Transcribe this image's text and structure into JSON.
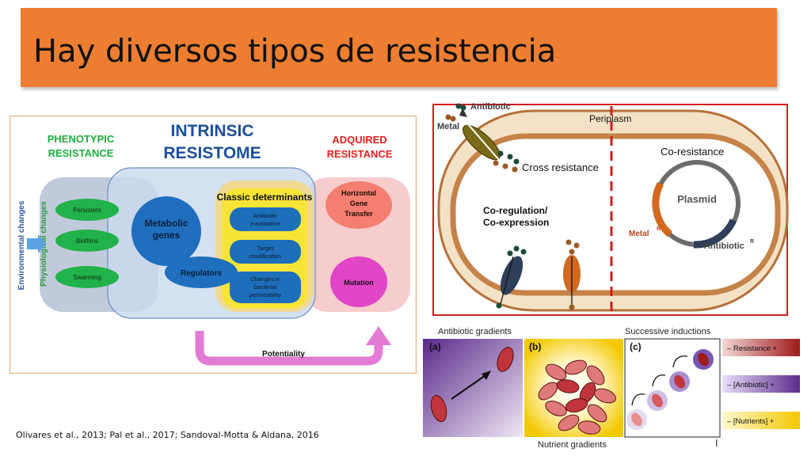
{
  "slide": {
    "title": "Hay diversos tipos de resistencia",
    "citation": "Olivares et al., 2013; Pal et al., 2017; Sandoval-Motta & Aldana, 2016",
    "page_mark": "I"
  },
  "resistome_figure": {
    "phenotypic_heading": [
      "PHENOTYPIC",
      "RESISTANCE"
    ],
    "intrinsic_heading": [
      "INTRINSIC",
      "RESISTOME"
    ],
    "adquired_heading": [
      "ADQUIRED",
      "RESISTANCE"
    ],
    "environmental_changes": "Environmental changes",
    "physiological_changes": "Physiological changes",
    "phenotypic_items": [
      "Persisters",
      "Biofilms",
      "Swarming"
    ],
    "metabolic_genes": [
      "Metabolic",
      "genes"
    ],
    "regulators": "Regulators",
    "classic_determinants": "Classic determinants",
    "classic_items": [
      [
        "Antibiotic",
        "inactivation"
      ],
      [
        "Target",
        "modification"
      ],
      [
        "Changes in",
        "bacterial",
        "permeability"
      ]
    ],
    "hgt": [
      "Horizontal",
      "Gene",
      "Transfer"
    ],
    "mutation": "Mutation",
    "potentiality": "Potentiality",
    "colors": {
      "phenotypic_green": "#1fae3c",
      "intrinsic_blue": "#1b4f9c",
      "adquired_red": "#e0201c",
      "potentiality_arrow": "#e27ad6"
    }
  },
  "cell_figure": {
    "antibiotic": "Antibiotic",
    "metal": "Metal",
    "periplasm": "Periplasm",
    "cross_resistance": "Cross resistance",
    "co_resistance": "Co-resistance",
    "plasmid": "Plasmid",
    "metal_r": "Metal",
    "antibiotic_r": "Antibiotic",
    "superscript_r": "R",
    "co_regulation": [
      "Co-regulation/",
      "Co-expression"
    ]
  },
  "gradient_figure": {
    "antibiotic_gradients": "Antibiotic gradients",
    "successive_inductions": "Successive inductions",
    "nutrient_gradients": "Nutrient gradients",
    "panel_labels": [
      "(a)",
      "(b)",
      "(c)"
    ],
    "legend": [
      "– Resistance +",
      "– [Antibiotic] +",
      "– [Nutrients] +"
    ]
  }
}
